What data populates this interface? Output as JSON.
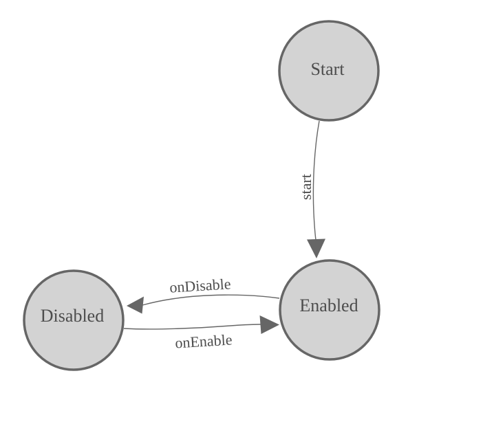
{
  "diagram": {
    "type": "state-machine",
    "background_color": "#ffffff",
    "colors": {
      "node_fill": "#d3d3d3",
      "node_border": "#666666",
      "edge": "#666666",
      "text": "#4d4d4d"
    },
    "nodes": [
      {
        "id": "start",
        "label": "Start"
      },
      {
        "id": "enabled",
        "label": "Enabled"
      },
      {
        "id": "disabled",
        "label": "Disabled"
      }
    ],
    "edges": [
      {
        "id": "start-to-enabled",
        "from": "start",
        "to": "enabled",
        "label": "start"
      },
      {
        "id": "enabled-to-disabled",
        "from": "enabled",
        "to": "disabled",
        "label": "onDisable"
      },
      {
        "id": "disabled-to-enabled",
        "from": "disabled",
        "to": "enabled",
        "label": "onEnable"
      }
    ]
  }
}
